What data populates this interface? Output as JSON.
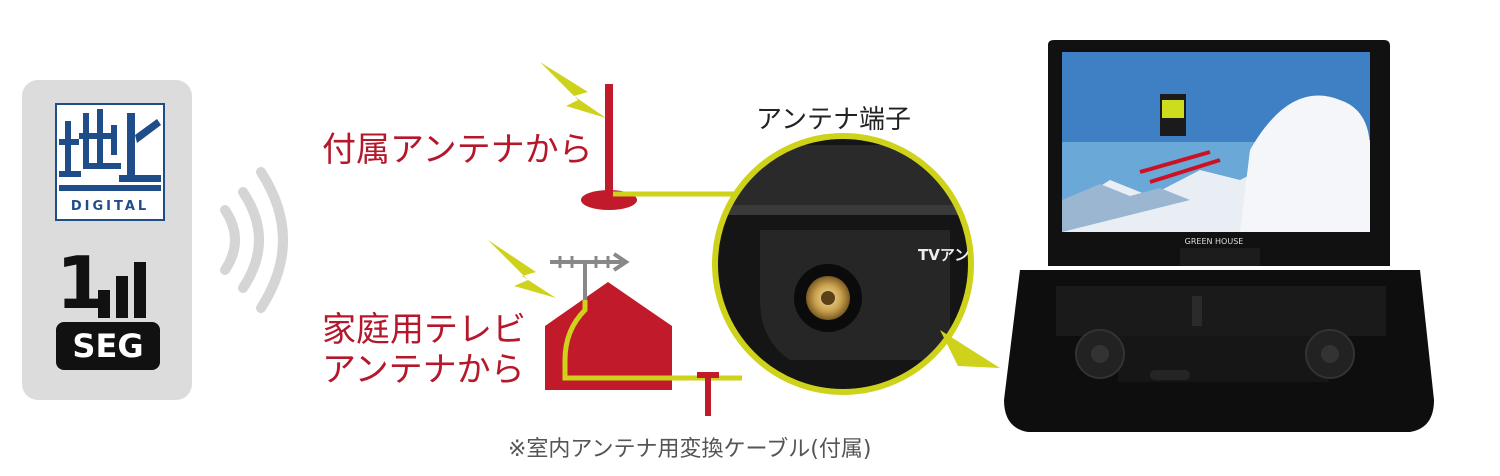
{
  "badges": {
    "terrestrial_mark": "地上",
    "digital": "DIGITAL",
    "oneseg_number": "1",
    "seg": "SEG"
  },
  "labels": {
    "included_antenna": "付属アンテナから",
    "home_antenna_line1": "家庭用テレビ",
    "home_antenna_line2": "アンテナから",
    "antenna_terminal": "アンテナ端子",
    "conversion_cable_note": "※室内アンテナ用変換ケーブル(付属)"
  },
  "device": {
    "brand": "GREEN HOUSE",
    "port_label": "TVアン"
  },
  "colors": {
    "accent_red": "#b5172b",
    "cable_yellow": "#cfd21a",
    "badge_gray": "#dcdcdc",
    "digital_blue": "#1f4d8a"
  }
}
